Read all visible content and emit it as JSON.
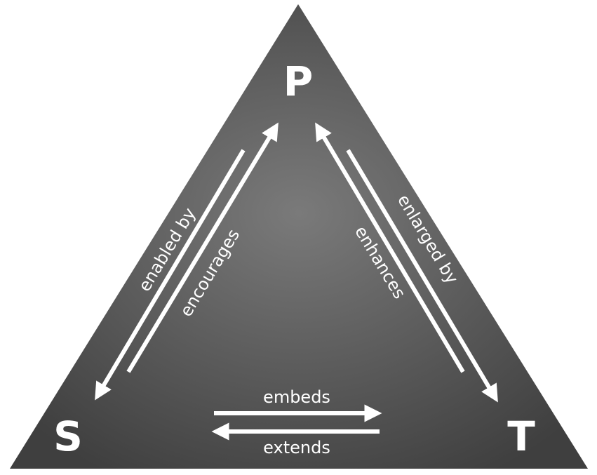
{
  "nodes": {
    "p": {
      "label": "P"
    },
    "s": {
      "label": "S"
    },
    "t": {
      "label": "T"
    }
  },
  "edges": {
    "p_to_s": "enabled by",
    "s_to_p": "encourages",
    "p_to_t": "enlarged by",
    "t_to_p": "enhances",
    "s_to_t": "embeds",
    "t_to_s": "extends"
  },
  "colors": {
    "triangle_center": "#7a7a7a",
    "triangle_edge": "#3f3f3f",
    "foreground": "#ffffff"
  }
}
